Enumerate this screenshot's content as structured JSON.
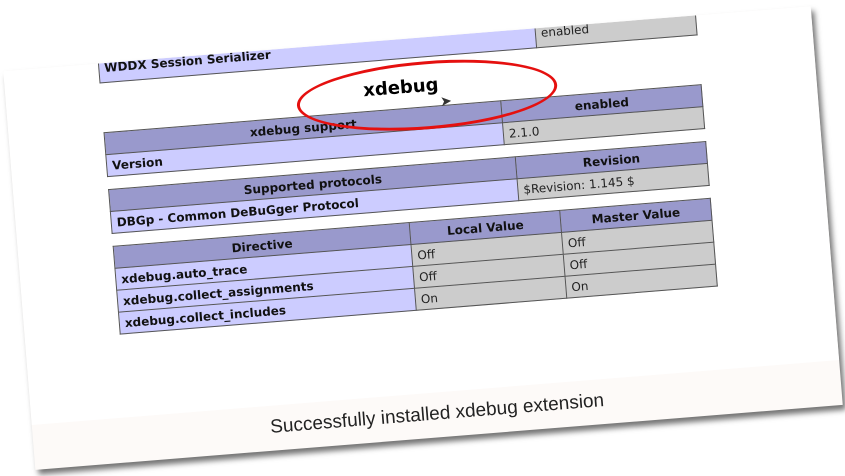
{
  "wddx": {
    "label": "WDDX Session Serializer",
    "value": "enabled"
  },
  "section_title": "xdebug",
  "support_table": {
    "header": [
      "xdebug support",
      "enabled"
    ],
    "rows": [
      [
        "Version",
        "2.1.0"
      ]
    ]
  },
  "protocol_table": {
    "header": [
      "Supported protocols",
      "Revision"
    ],
    "rows": [
      [
        "DBGp - Common DeBuGger Protocol",
        "$Revision: 1.145 $"
      ]
    ]
  },
  "directive_table": {
    "header": [
      "Directive",
      "Local Value",
      "Master Value"
    ],
    "rows": [
      [
        "xdebug.auto_trace",
        "Off",
        "Off"
      ],
      [
        "xdebug.collect_assignments",
        "Off",
        "Off"
      ],
      [
        "xdebug.collect_includes",
        "On",
        "On"
      ]
    ]
  },
  "caption": "Successfully installed xdebug extension"
}
